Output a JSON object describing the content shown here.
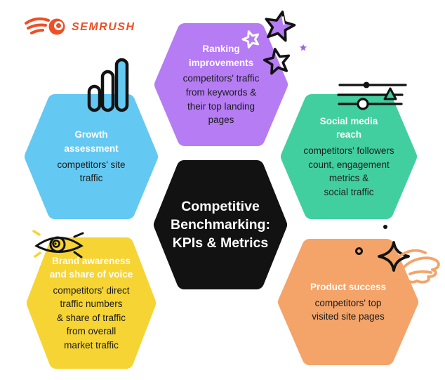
{
  "logo": {
    "text": "SEMRUSH",
    "color": "#F04E23",
    "icon": "flame-comet-icon"
  },
  "center_node": {
    "title": "Competitive\nBenchmarking:\nKPIs & Metrics",
    "color": "#121212",
    "text_color": "#FFFFFF"
  },
  "nodes": [
    {
      "id": "ranking-improvements",
      "title": "Ranking\nimprovements",
      "body": "competitors' traffic\nfrom keywords &\ntheir top landing\npages",
      "color": "#B57CF4"
    },
    {
      "id": "growth-assessment",
      "title": "Growth\nassessment",
      "body": "competitors' site\ntraffic",
      "color": "#63C9F2"
    },
    {
      "id": "social-media-reach",
      "title": "Social media\nreach",
      "body": "competitors' followers\ncount, engagement\nmetrics &\nsocial traffic",
      "color": "#42CF9F"
    },
    {
      "id": "brand-awareness-share-of-voice",
      "title": "Brand awareness\nand share of voice",
      "body": "competitors' direct\ntraffic numbers\n& share of traffic\nfrom overall\nmarket traffic",
      "color": "#F6D433"
    },
    {
      "id": "product-success",
      "title": "Product success",
      "body": "competitors' top\nvisited site pages",
      "color": "#F4A469"
    }
  ],
  "decorations": {
    "bar_chart_icon": {
      "stroke": "#121212",
      "filled_bar": "#63C9F2"
    },
    "stars_icon": {
      "purple": "#B57CF4",
      "small_purple": "#9E62E6",
      "outline": "#121212",
      "white": "#FFFFFF"
    },
    "sliders_icon": {
      "stroke": "#121212",
      "triangle": "#42CF9F",
      "knob": "#FFFFFF"
    },
    "eye_icon": {
      "stroke": "#121212",
      "accent": "#F6D433"
    },
    "sparkle_icon": {
      "stroke": "#121212"
    },
    "hand_doodle_icon": {
      "stroke": "#F4A469"
    },
    "dot": {
      "color": "#121212"
    }
  },
  "body_text_color": "#1C1C1C"
}
